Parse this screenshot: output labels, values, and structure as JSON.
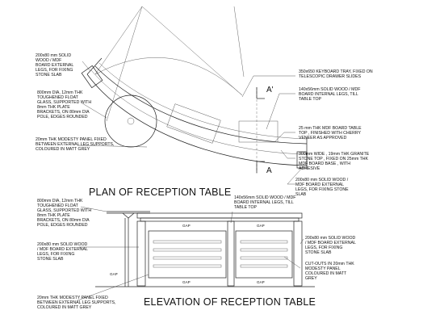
{
  "plan": {
    "title": "PLAN OF RECEPTION TABLE",
    "section_top": "A'",
    "section_bottom": "A",
    "notes_left": [
      [
        "200x80 mm SOLID",
        "WOOD / MDF",
        "BOARD EXTERNAL",
        "LEGS, FOR FIXING",
        "STONE SLAB"
      ],
      [
        "800mm DIA, 12mm THK",
        "TOUGHENED FLOAT",
        "GLASS, SUPPORTED WITH",
        "8mm THK PLATE",
        "BRACKETS, ON 80mm DIA",
        "POLE, EDGES ROUNDED"
      ],
      [
        "20mm THK MODESTY PANEL FIXED",
        "BETWEEN EXTERNAL LEG SUPPORTS,",
        "COLOURED IN MATT GREY"
      ]
    ],
    "notes_right": [
      [
        "350x650 KEYBOARD TRAY, FIXED ON",
        "TELESCOPIC DRAWER SLIDES"
      ],
      [
        "140x56mm SOLID WOOD / MDF",
        "BOARD INTERNAL LEGS, TILL",
        "TABLE TOP"
      ],
      [
        "25 mm THK MDF BOARD TABLE",
        "TOP , FINISHED WITH CHERRY",
        "VENEER AS APPROVED"
      ],
      [
        "300mm WIDE , 19mm THK GRANITE",
        "STONE TOP , FIXED ON 25mm THK",
        "MDF BOARD BASE , WITH",
        "ADHESIVE"
      ],
      [
        "200x80 mm SOLID WOOD /",
        "MDF BOARD EXTERNAL",
        "LEGS, FOR FIXING STONE",
        "SLAB"
      ]
    ]
  },
  "elevation": {
    "title": "ELEVATION OF RECEPTION TABLE",
    "gap_label": "GAP",
    "notes_top": [
      "140x56mm SOLID WOOD / MDF",
      "BOARD INTERNAL LEGS, TILL",
      "TABLE TOP"
    ],
    "notes_left": [
      [
        "800mm DIA, 12mm THK",
        "TOUGHENED FLOAT",
        "GLASS, SUPPORTED WITH",
        "8mm THK PLATE",
        "BRACKETS, ON 80mm DIA",
        "POLE, EDGES ROUNDED"
      ],
      [
        "200x80 mm SOLID WOOD",
        "/ MDF BOARD EXTERNAL",
        "LEGS, FOR FIXING",
        "STONE SLAB"
      ],
      [
        "20mm THK MODESTY PANEL FIXED",
        "BETWEEN EXTERNAL LEG SUPPORTS,",
        "COLOURED IN MATT GREY"
      ]
    ],
    "notes_right": [
      [
        "200x80 mm SOLID WOOD",
        "/ MDF BOARD EXTERNAL",
        "LEGS, FOR FIXING",
        "STONE SLAB"
      ],
      [
        "CUT-OUTS IN 20mm THK",
        "MODESTY PANEL",
        "COLOURED IN MATT",
        "GREY"
      ]
    ]
  }
}
